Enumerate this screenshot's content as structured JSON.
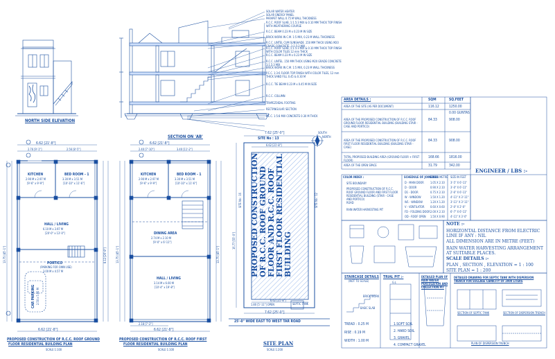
{
  "titles": {
    "north_elevation": "NORTH SIDE ELEVATION",
    "section": "SECTION ON 'AB'",
    "ground_plan": "PROPOSED CONSTRUCTION OF R.C.C. ROOF GROUND FLOOR RESIDENTIAL BUILDING PLAN",
    "first_plan": "PROPOSED CONSTRUCTION OF R.C.C. ROOF FIRST FLOOR RESIDENTIAL BUILDING PLAN",
    "site_plan": "SITE PLAN",
    "scale_100": "SCALE 1:100",
    "scale_200": "SCALE 1:200",
    "site_building": "PROPOSED CONSTRUCTION OF R.C.C. ROOF GROUND FLOOR AND R.C.C. ROOF FIRST FLOOR RESIDENTIAL BUILDING",
    "site_no": "SITE No : 13",
    "road": "25'-0\" WIDE EAST TO WEST TAR ROAD",
    "septic": "SEPTIC TANK",
    "open": "OPEN",
    "front_open": "1.80 [5'-11\"] OPEN",
    "north": "NORTH",
    "south": "SOUTH"
  },
  "section_notes": [
    "SOLAR WATER HEATER",
    "SOLAR ENERGY PANEL",
    "PARAPET WALL 0.75 M WALL THICKNESS",
    "R.C.C. ROOF SLAB, 1:1.5:3 MIX & 0.10 MM THICK TOP FINISH WITH WEATHERING COURSE",
    "R.C.C. BEAM 0.23 M x 0.23 M IN SIZE",
    "BRICK WORK IN C.M. 1:5 MIX, 0.23 M WALL THICKNESS",
    "R.C.C. LINTEL CUM SUNSHADE .150 MM THICK USING M20 GRADE CONCRETE, 1:1.5:3 MIX",
    "R.C.C. ROOF SLAB, 1:1.5:3 MIX & 0.10 MM THICK TOP FINISH WITH COLOR TILES 12 mm THICK",
    "R.C.C. BEAM 0.23 M x 0.23 M IN SIZE",
    "R.C.C. LINTEL .150 MM THICK USING M20 GRADE CONCRETE 1:1.5:3 MIX",
    "BRICK WORK IN C.M. 1:5 MIX, 0.23 M WALL THICKNESS",
    "P.C.C. 1:3:6 FLOOR TOP FINISH WITH COLOR TILES, 12 mm THICK SAND FILL 0.45 & 0.30 M",
    "R.C.C. TIE BEAM 0.23 M x 0.45 M IN SIZE",
    "R.C.C. COLUMN",
    "TRAPEZOIDAL FOOTING",
    "RECTANGULAR SECTION",
    "P.C.C. 1:5:8 MIX CONCRETE 0.30 M THICK"
  ],
  "area_table": {
    "header": [
      "AREA DETAILS :",
      "SQM",
      "SQ.FEET"
    ],
    "rows": [
      {
        "label": "AREA OF THE SITE (AS PER DOCUMENT)",
        "sqm": "116.12",
        "sqft": "1250.00"
      },
      {
        "label": "",
        "sqm": "",
        "sqft": "0.00 GUNTAS"
      },
      {
        "label": "AREA OF THE PROPOSED CONSTRUCTION OF R.C.C. ROOF GROUND FLOOR RESIDENTIAL BUILDING (BUILDING STAIR - CASE AND PORTICO)",
        "sqm": "84.33",
        "sqft": "908.00"
      },
      {
        "label": "AREA OF THE PROPOSED CONSTRUCTION OF R.C.C. ROOF FIRST FLOOR RESIDENTIAL BUILDING (BUILDING STAIR - CASE)",
        "sqm": "84.33",
        "sqft": "908.00"
      },
      {
        "label": "TOTAL PROPOSED BUILDING AREA (GROUND FLOOR + FIRST FLOOR)",
        "sqm": "168.66",
        "sqft": "1816.00"
      },
      {
        "label": "AREA OF THE OPEN SPACE",
        "sqm": "31.79",
        "sqft": "342.00"
      }
    ]
  },
  "engineer": "ENGINEER / LBS :-",
  "schedule": {
    "title": "COLOR INDEX :",
    "items": [
      "SITE BOUNDARY",
      "PROPOSED CONSTRUCTION OF R.C.C. ROOF GROUND FLOOR AND FIRST FLOOR RESIDENTIAL BUILDING (STAIR - CASE AND PORTICO)",
      "ROAD",
      "RAIN WATER HARVESTING PIT"
    ],
    "doors_title": "SCHEDULE OF JOINERIES",
    "doors": [
      [
        "D - MAIN DOOR",
        "1.05 X 2.10",
        "3'-5\" X 6'-11\""
      ],
      [
        "D - DOOR",
        "0.90 X 2.10",
        "3'-0\" X 6'-11\""
      ],
      [
        "D1 - DOOR",
        "0.75 X 2.10",
        "2'-6\" X 6'-11\""
      ],
      [
        "W - WINDOW",
        "1.50 X 1.20",
        "4'-11\" X 3'-11\""
      ],
      [
        "W1 - WINDOW",
        "1.20 X 1.20",
        "3'-11\" X 3'-11\""
      ],
      [
        "V - VENTILATOR",
        "0.60 X 0.60",
        "2'-0\" X 2'-0\""
      ],
      [
        "FD - FOLDING DOOR",
        "2.00 X 2.10",
        "6'-7\" X 6'-11\""
      ],
      [
        "OD - ROOF OPEN",
        "1.50 X 0.90",
        "4'-11\" X 3'-0\""
      ]
    ],
    "col_size": "SIZE IN METRE",
    "col_feet": "SIZE IN FEET"
  },
  "notes": {
    "heading": "NOTE :-",
    "lines": [
      "HORIZONTAL DISTANCE FROM ELECTRIC LINE IF ANY : NIL",
      "ALL DIMENSION ARE IN METRE (FEET)",
      "RAIN WATER HARVESTING ARRANGEMENT AT SUITABLE PLACES."
    ],
    "scale_heading": "SCALE DETAILS :-",
    "scale_lines": [
      "PLAN , SECTION , ELEVATION  = 1 : 100",
      "SITE PLAN                          = 1 : 200"
    ]
  },
  "staircase": {
    "title": "STAIRCASE DETAILS",
    "subtitle": "(NOT TO SCALE)",
    "tread": "TREAD : 0.25 M",
    "rise": "RISE : 0.19 M",
    "width": "WIDTH : 1.00 M",
    "labels": [
      "T",
      "R",
      "W"
    ]
  },
  "trial_pit": {
    "title": "TRIAL PIT :-",
    "gl": "G.L",
    "layers": [
      "1.SOFT SOIL",
      "2. HARD SOIL",
      "3. GRAVEL",
      "4. COMPACT GRAVEL"
    ]
  },
  "details": {
    "rwh": "DETAILED PLAN OF RAIN WATER PERCOLATION AND COLLECTION PIT",
    "septic": "DETAILED DRAWING FOR SEPTIC TANK WITH DISPERSION TRENCH FOR SULLAGE CAPACITY OF 2000 LITERS",
    "sec_septic": "SECTION OF SEPTIC TANK",
    "plan_disp": "PLAN OF DISPERSION TRENCH",
    "sec_disp": "SECTION OF DISPERSION TRENCH",
    "brick_work": "BRICK WORK",
    "basic_slab": "BASIC SLAB",
    "rcc_column": "R.C.C. COLUMN",
    "rcc_beam": "R.C.C. BEAM"
  },
  "ground_rooms": [
    {
      "name": "KITCHEN",
      "size": "2.90 M x 2.97 M",
      "ft": "[9'-6\" x 9'-9\"]"
    },
    {
      "name": "BED ROOM - 1",
      "size": "3.30 M x 3.51 M",
      "ft": "[10'-10\" x 11'-6\"]"
    },
    {
      "name": "HALL / LIVING",
      "size": "6.10 M x 3.97 M",
      "ft": "[20'-0\" x 13'-0\"]"
    },
    {
      "name": "PORTICO",
      "size": "(PARKING FOR OWN USE)",
      "ft": "3.00 M x 4.57 M"
    },
    {
      "name": "CAR PARKING",
      "size": "2.50 x 5.00 M",
      "ft": ""
    }
  ],
  "first_rooms": [
    {
      "name": "KITCHEN",
      "size": "2.90 M x 2.97 M",
      "ft": "[9'-6\" x 9'-9\"]"
    },
    {
      "name": "BED ROOM - 1",
      "size": "3.30 M x 3.51 M",
      "ft": "[10'-10\" x 11'-6\"]"
    },
    {
      "name": "DINING AREA",
      "size": "2.74 M x 2.10 M",
      "ft": "[9'-0\" x 6'-11\"]"
    },
    {
      "name": "HALL / LIVING",
      "size": "3.14 M x 6.00 M",
      "ft": "[10'-4\" x 19'-8\"]"
    }
  ],
  "dims": {
    "top_g": "6.62 [21'-8\"]",
    "top_g1": "2.76 [9'-1\"]",
    "top_g2": "2.56 [8'-5\"]",
    "bottom_g": "6.62 [21'-8\"]",
    "side_g": "13.75 [45'-1\"]",
    "side_g2": "8.12 [26'-8\"]",
    "top_f": "6.62 [21'-8\"]",
    "top_f1": "2.40 [7'-10\"]",
    "top_f2": "3.40 [11'-2\"]",
    "bottom_f": "2.18 [7'-2\"]",
    "bottom_f2": "6.62 [21'-8\"]",
    "side_f": "13.75 [45'-1\"]",
    "site_top": "7.62 [25'-0\"]",
    "site_top2": "6.62 [21'-8\"]",
    "site_side": "16.77 [55'-0\"]",
    "site_bottom": "7.62 [25'-0\"]",
    "site_bottom2": "6.62 [21'-8\"]",
    "site_side_label": "SITE No : 16",
    "site_side_label2": "SITE No : 12"
  },
  "colors": {
    "line": "#1a4fa0",
    "light": "#2f6fd6",
    "paper": "#ffffff"
  }
}
